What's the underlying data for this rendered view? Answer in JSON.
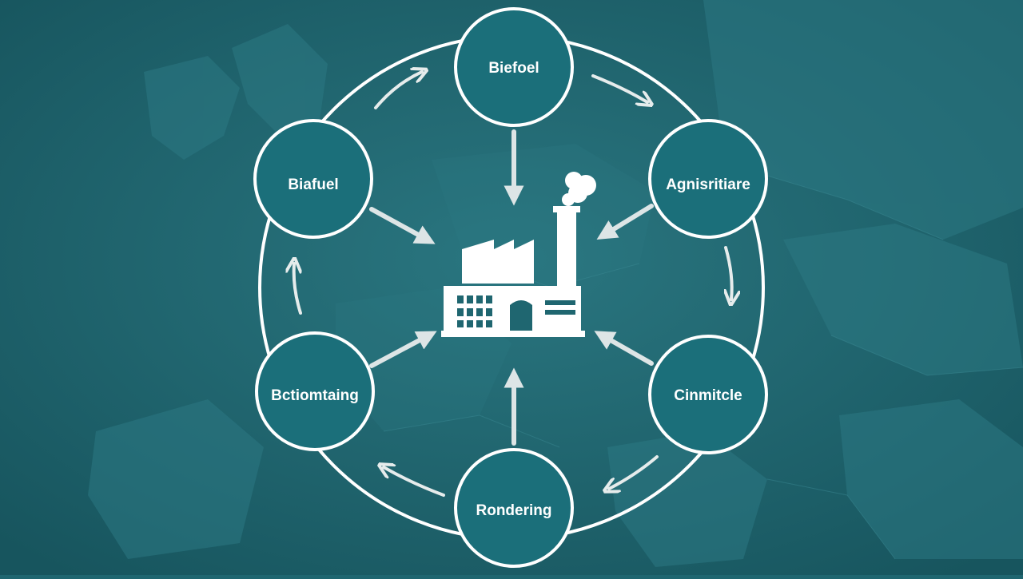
{
  "nodes": [
    {
      "id": "top",
      "label": "Biefoel"
    },
    {
      "id": "left-upper",
      "label": "Biafuel"
    },
    {
      "id": "right-upper",
      "label": "Agnisritiare"
    },
    {
      "id": "left-lower",
      "label": "Bctiomtaing"
    },
    {
      "id": "right-lower",
      "label": "Cinmitcle"
    },
    {
      "id": "bottom",
      "label": "Rondering"
    }
  ],
  "center": {
    "icon": "factory-icon"
  },
  "colors": {
    "background": "#1f6670",
    "node_fill": "#1b6f7a",
    "stroke": "#ffffff",
    "arrow": "#e6ecec"
  }
}
